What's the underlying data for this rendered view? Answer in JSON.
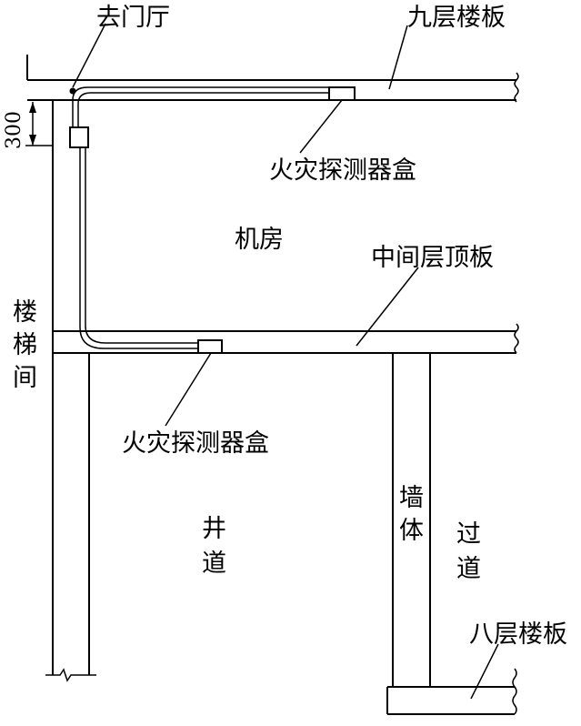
{
  "labels": {
    "to_hall": "去门厅",
    "ninth_floor_slab": "九层楼板",
    "dimension": "300",
    "detector_box_upper": "火灾探测器盒",
    "machine_room": "机房",
    "middle_roof_slab": "中间层顶板",
    "stairwell": [
      "楼",
      "梯",
      "间"
    ],
    "detector_box_lower": "火灾探测器盒",
    "shaft": [
      "井",
      "道"
    ],
    "wall": [
      "墙",
      "体"
    ],
    "corridor": [
      "过",
      "道"
    ],
    "eighth_floor_slab": "八层楼板"
  },
  "colors": {
    "line": "#000000",
    "background": "#ffffff"
  }
}
